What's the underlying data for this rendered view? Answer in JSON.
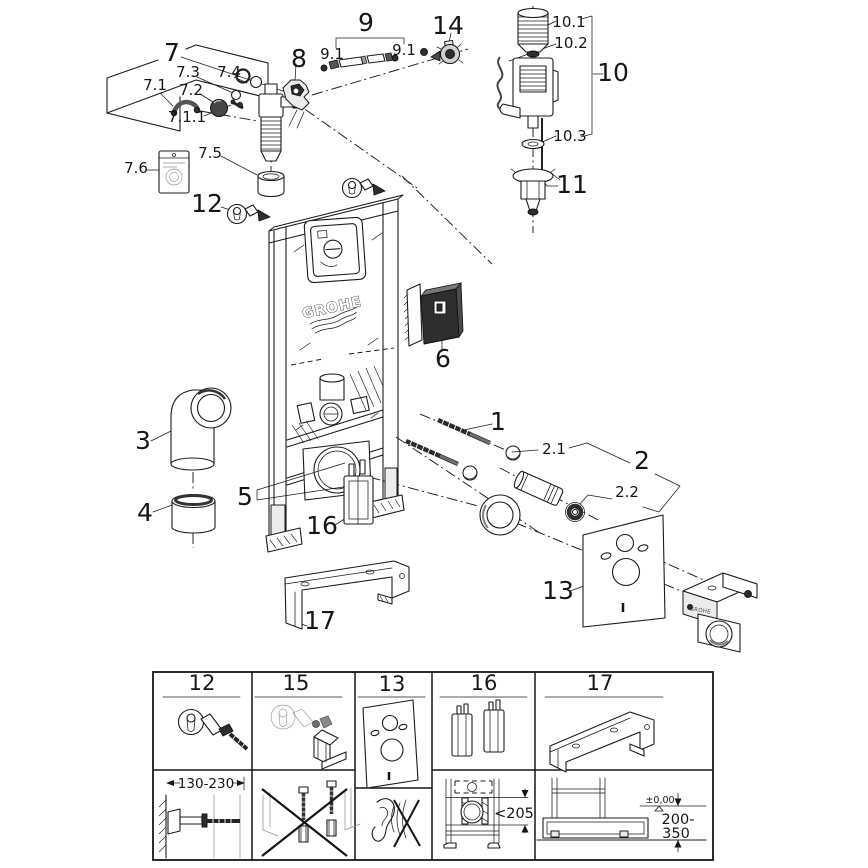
{
  "diagram": {
    "frame_logo": "GROHE",
    "bracket_logo": "GROHE",
    "callouts": {
      "c1": "1",
      "c2": "2",
      "c2_1": "2.1",
      "c2_2": "2.2",
      "c3": "3",
      "c4": "4",
      "c5": "5",
      "c6": "6",
      "c7": "7",
      "c7_1": "7.1",
      "c7_1_1": "7.1.1",
      "c7_2": "7.2",
      "c7_3": "7.3",
      "c7_4": "7.4",
      "c7_5": "7.5",
      "c7_6": "7.6",
      "c8": "8",
      "c9": "9",
      "c9_1a": "9.1",
      "c9_1b": "9.1",
      "c10": "10",
      "c10_1": "10.1",
      "c10_2": "10.2",
      "c10_3": "10.3",
      "c11": "11",
      "c12": "12",
      "c13": "13",
      "c14": "14",
      "c16": "16",
      "c17": "17"
    }
  },
  "reference_table": {
    "headers": {
      "col12": "12",
      "col15": "15",
      "col13": "13",
      "col16": "16",
      "col17": "17"
    },
    "dimensions": {
      "wall_distance": "130-230",
      "frame_width_max": "<205",
      "floor_level": "±0,00",
      "height_range_top": "200-",
      "height_range_bottom": "350"
    }
  }
}
